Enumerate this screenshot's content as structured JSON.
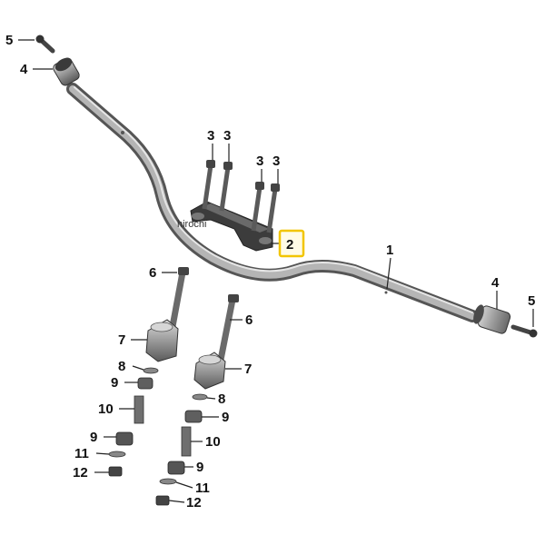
{
  "diagram": {
    "callouts": {
      "c1": "1",
      "c2": "2",
      "c3a": "3",
      "c3b": "3",
      "c3c": "3",
      "c3d": "3",
      "c4a": "4",
      "c4b": "4",
      "c5a": "5",
      "c5b": "5",
      "c6a": "6",
      "c6b": "6",
      "c7a": "7",
      "c7b": "7",
      "c8a": "8",
      "c8b": "8",
      "c9a": "9",
      "c9b": "9",
      "c9c": "9",
      "c9d": "9",
      "c10a": "10",
      "c10b": "10",
      "c11a": "11",
      "c11b": "11",
      "c12a": "12",
      "c12b": "12"
    },
    "highlight_callout": "2",
    "highlight_color": "#f2c500",
    "watermark": "hirochi"
  }
}
